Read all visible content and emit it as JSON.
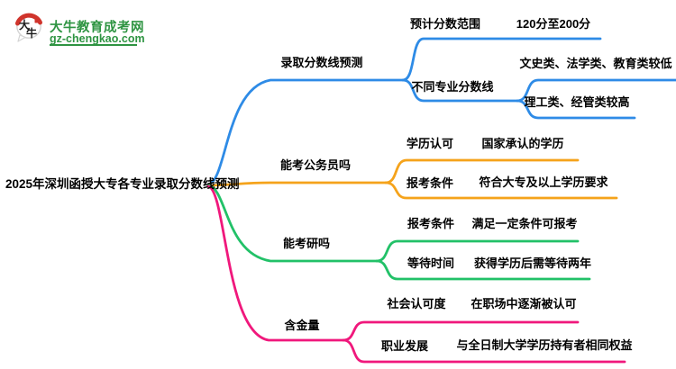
{
  "brand": {
    "icon_char_1": "大",
    "icon_char_2": "牛",
    "site_name": "大牛教育成考网",
    "site_url": "gz-chengkao.com",
    "brand_green": "#2E9442",
    "icon_red": "#D0342C"
  },
  "mindmap": {
    "root": {
      "label": "2025年深圳函授大专各专业录取分数线预测"
    },
    "branches": [
      {
        "label": "录取分数线预测",
        "color": "#2E8BE6",
        "children": [
          {
            "label": "预计分数范围",
            "value": "120分至200分"
          },
          {
            "label": "不同专业分数线",
            "children": [
              "文史类、法学类、教育类较低",
              "理工类、经管类较高"
            ]
          }
        ]
      },
      {
        "label": "能考公务员吗",
        "color": "#F5A31B",
        "children": [
          {
            "label": "学历认可",
            "value": "国家承认的学历"
          },
          {
            "label": "报考条件",
            "value": "符合大专及以上学历要求"
          }
        ]
      },
      {
        "label": "能考研吗",
        "color": "#22C168",
        "children": [
          {
            "label": "报考条件",
            "value": "满足一定条件可报考"
          },
          {
            "label": "等待时间",
            "value": "获得学历后需等待两年"
          }
        ]
      },
      {
        "label": "含金量",
        "color": "#F0187C",
        "children": [
          {
            "label": "社会认可度",
            "value": "在职场中逐渐被认可"
          },
          {
            "label": "职业发展",
            "value": "与全日制大学学历持有者相同权益"
          }
        ]
      }
    ]
  }
}
